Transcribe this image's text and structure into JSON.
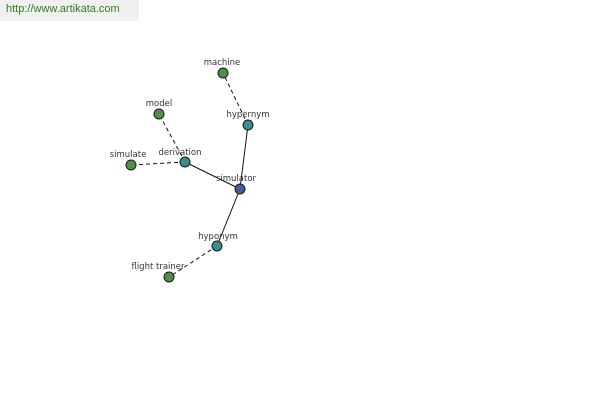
{
  "header": {
    "url": "http://www.artikata.com"
  },
  "graph": {
    "nodes": [
      {
        "id": "simulator",
        "label": "simulator",
        "kind": "center"
      },
      {
        "id": "hypernym",
        "label": "hypernym",
        "kind": "relation"
      },
      {
        "id": "machine",
        "label": "machine",
        "kind": "word"
      },
      {
        "id": "derivation",
        "label": "derivation",
        "kind": "relation"
      },
      {
        "id": "model",
        "label": "model",
        "kind": "word"
      },
      {
        "id": "simulate",
        "label": "simulate",
        "kind": "word"
      },
      {
        "id": "hyponym",
        "label": "hyponym",
        "kind": "relation"
      },
      {
        "id": "flight-trainer",
        "label": "flight trainer",
        "kind": "word"
      }
    ],
    "edges": [
      {
        "from": "simulator",
        "to": "hypernym",
        "style": "solid"
      },
      {
        "from": "simulator",
        "to": "derivation",
        "style": "solid"
      },
      {
        "from": "simulator",
        "to": "hyponym",
        "style": "solid"
      },
      {
        "from": "hypernym",
        "to": "machine",
        "style": "dashed"
      },
      {
        "from": "derivation",
        "to": "model",
        "style": "dashed"
      },
      {
        "from": "derivation",
        "to": "simulate",
        "style": "dashed"
      },
      {
        "from": "hyponym",
        "to": "flight-trainer",
        "style": "dashed"
      }
    ],
    "colors": {
      "center": "#4a5a9a",
      "relation": "#3f8c8c",
      "word": "#4f8f48",
      "stroke": "#1a1a1a",
      "edge": "#111111"
    }
  }
}
